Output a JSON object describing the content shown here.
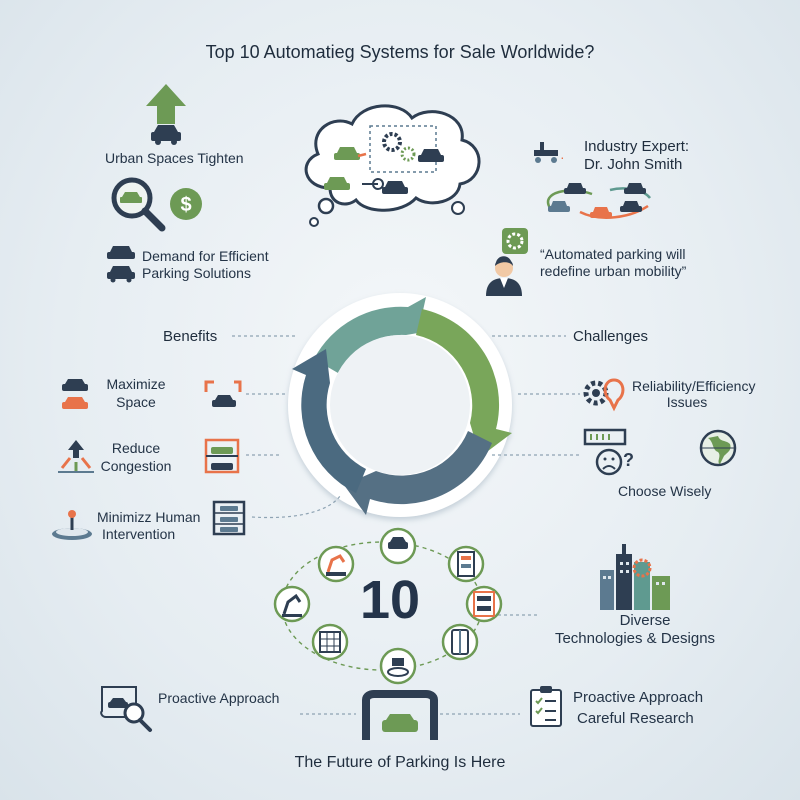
{
  "title": "Top 10 Automatieg Systems for Sale Worldwide?",
  "left_top": {
    "urban": "Urban Spaces Tighten",
    "demand_line1": "Demand for Efficient",
    "demand_line2": "Parking Solutions"
  },
  "expert": {
    "line1": "Industry Expert:",
    "line2": "Dr. John Smith",
    "quote_line1": "“Automated parking will",
    "quote_line2": "redefine urban mobility”"
  },
  "cycle": {
    "benefits_label": "Benefits",
    "challenges_label": "Challenges"
  },
  "benefits": [
    {
      "line1": "Maximize",
      "line2": "Space"
    },
    {
      "line1": "Reduce",
      "line2": "Congestion"
    },
    {
      "line1": "Minimizz Human",
      "line2": "Intervention"
    }
  ],
  "challenges": {
    "reliability_line1": "Reliability/Efficiency",
    "reliability_line2": "Issues",
    "choose": "Choose Wisely"
  },
  "hub": {
    "number": "10",
    "diverse_line1": "Diverse",
    "diverse_line2": "Technologies & Designs"
  },
  "bottom": {
    "proactive_left": "Proactive Approach",
    "proactive_right_line1": "Proactive Approach",
    "proactive_right_line2": "Careful Research"
  },
  "footer": "The Future of Parking Is Here",
  "colors": {
    "navy": "#2e3e52",
    "green": "#6d9a55",
    "teal": "#5f9a90",
    "slate": "#5c7a90",
    "orange": "#e8734a"
  }
}
